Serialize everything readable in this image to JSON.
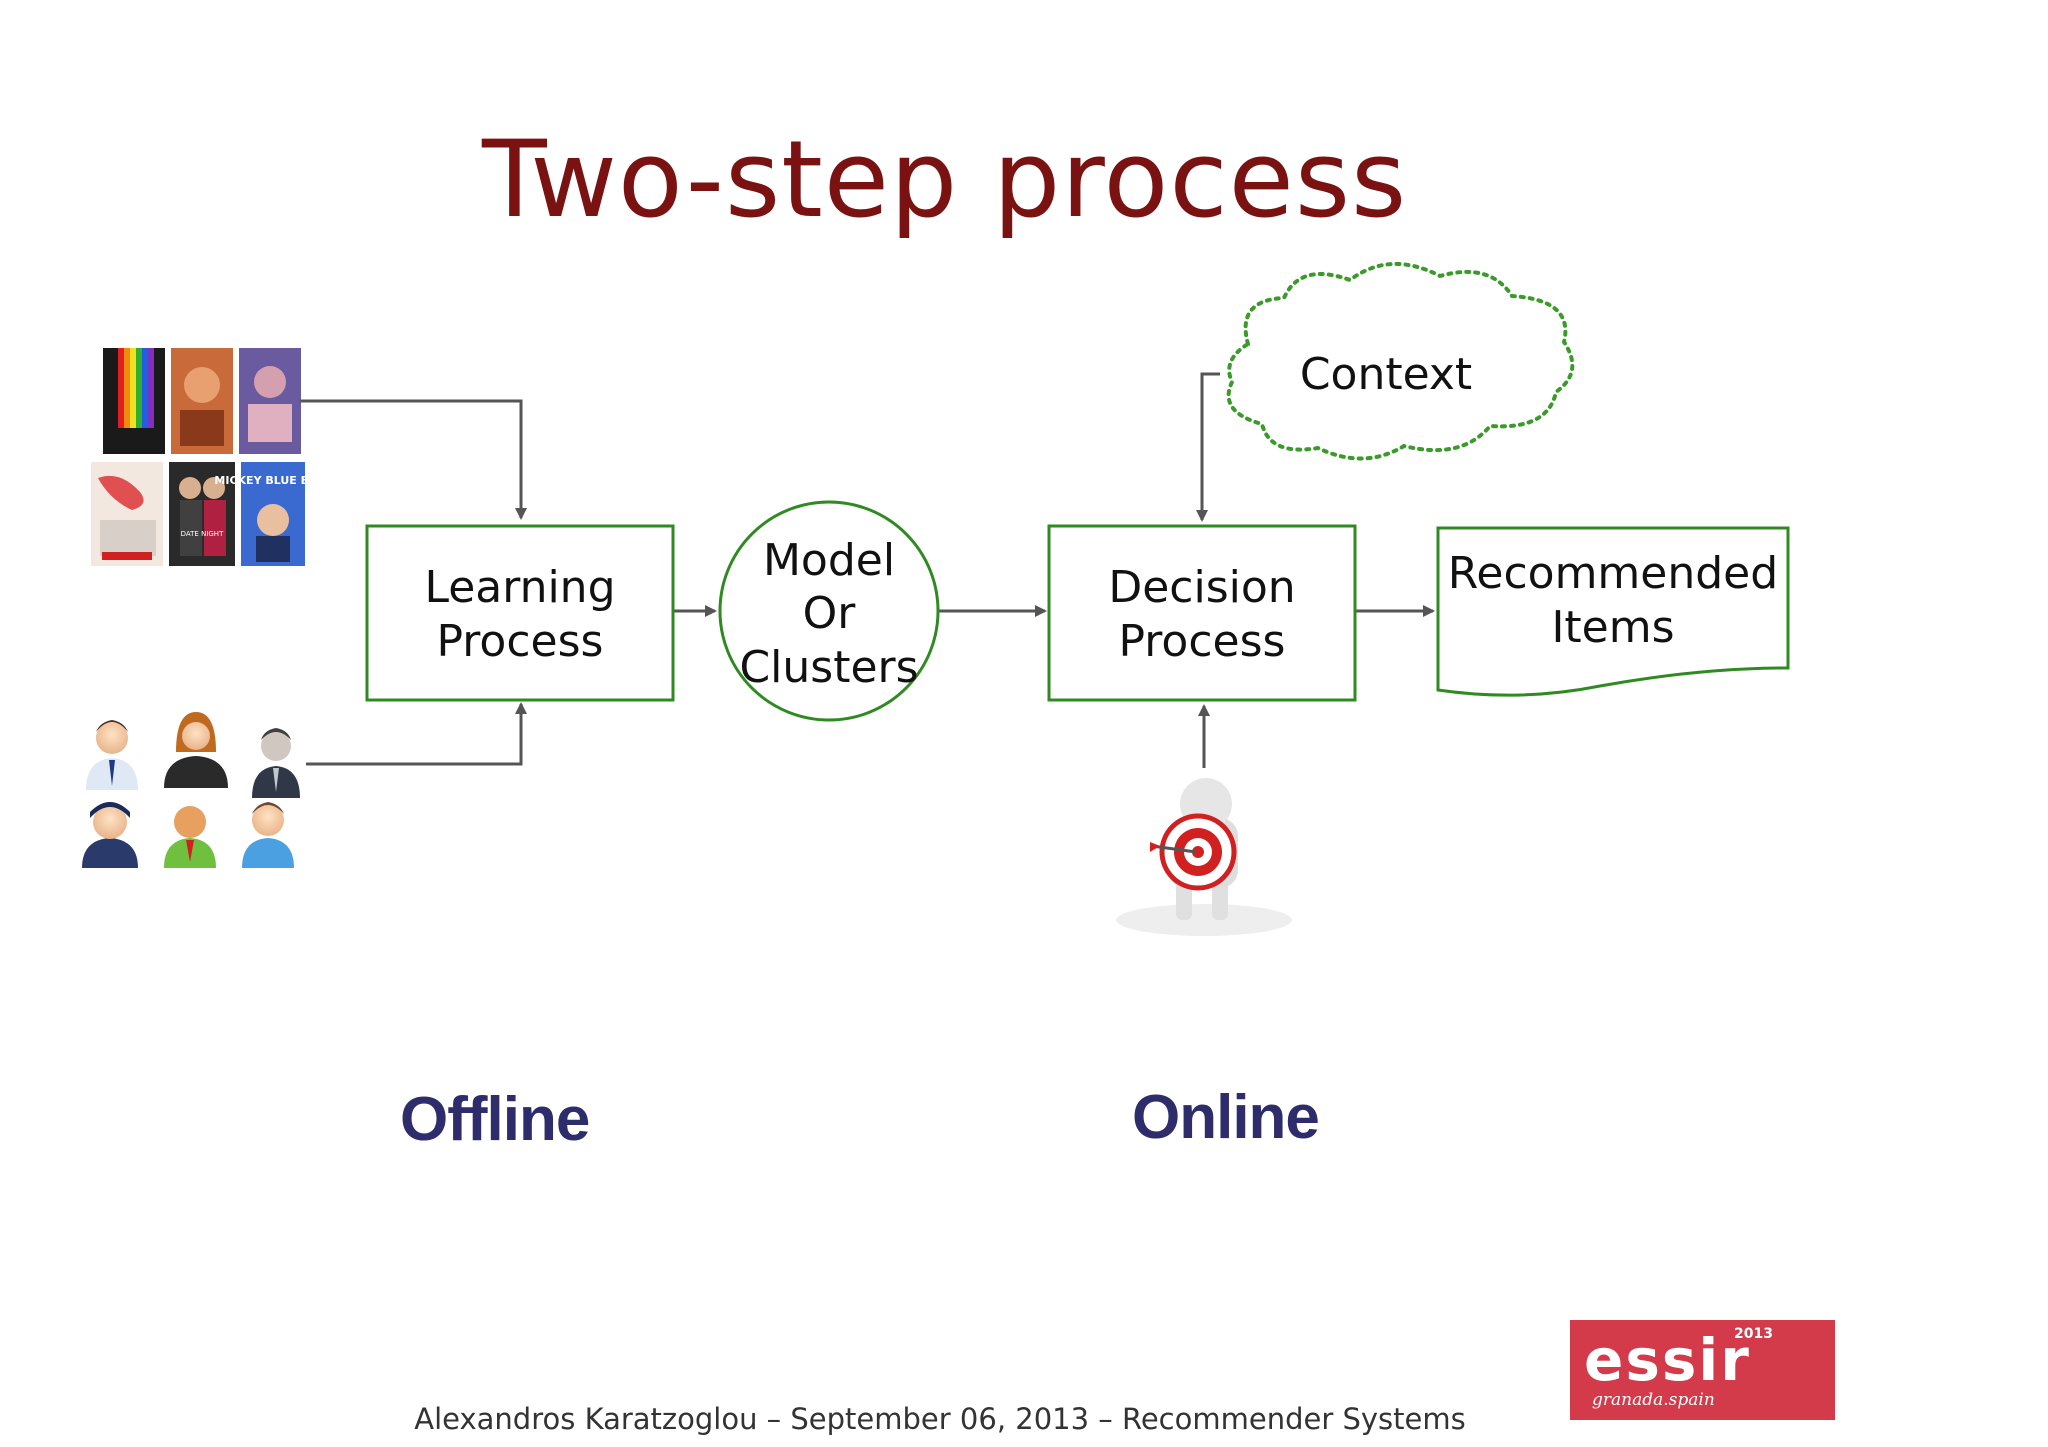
{
  "slide": {
    "title": "Two-step process",
    "footer": "Alexandros Karatzoglou – September 06, 2013 – Recommender Systems"
  },
  "diagram": {
    "learning_process": {
      "line1": "Learning",
      "line2": "Process"
    },
    "model": {
      "line1": "Model",
      "line2": "Or",
      "line3": "Clusters"
    },
    "decision_process": {
      "line1": "Decision",
      "line2": "Process"
    },
    "recommended_items": {
      "line1": "Recommended",
      "line2": "Items"
    },
    "context": "Context"
  },
  "phases": {
    "offline": "Offline",
    "online": "Online"
  },
  "movie_posters": {
    "poster_mickey": "MICKEY BLUE EYES",
    "poster_date_night": "DATE NIGHT"
  },
  "logo": {
    "year": "2013",
    "name": "essir",
    "place": "granada.spain"
  },
  "colors": {
    "title": "#7a1212",
    "box_stroke": "#2f8a22",
    "context_stroke": "#3a9a2a",
    "arrow": "#555555",
    "phase_label": "#2e2c6b",
    "logo_bg": "#d33a4a"
  },
  "icons": [
    "movie-poster-icon",
    "user-avatar-icon",
    "target-person-icon",
    "cloud-icon"
  ]
}
